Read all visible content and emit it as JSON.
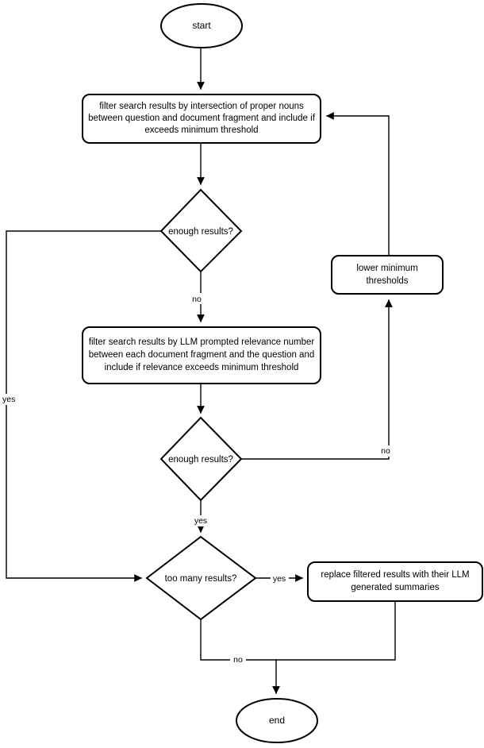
{
  "diagram": {
    "type": "flowchart",
    "title": "search result filtering flowchart",
    "orientation": "top-to-bottom",
    "background_color": "#ffffff",
    "stroke_color": "#000000",
    "text_color": "#000000",
    "nodes": {
      "start": {
        "shape": "ellipse",
        "label": "start"
      },
      "filter_proper_nouns": {
        "shape": "rounded-rectangle",
        "label_line1": "filter search results by intersection of proper nouns",
        "label_line2": "between question and document fragment and include if",
        "label_line3": "exceeds minimum threshold",
        "label": "filter search results by intersection of proper nouns between question and document fragment and include if exceeds minimum threshold"
      },
      "enough_results_1": {
        "shape": "diamond",
        "label": "enough results?"
      },
      "lower_thresholds": {
        "shape": "rounded-rectangle",
        "label_line1": "lower minimum",
        "label_line2": "thresholds",
        "label": "lower minimum thresholds"
      },
      "filter_llm_relevance": {
        "shape": "rounded-rectangle",
        "label_line1": "filter search results by LLM prompted relevance number",
        "label_line2": "between each document fragment and the question and",
        "label_line3": "include if relevance exceeds minimum threshold",
        "label": "filter search results by LLM prompted relevance number between each document fragment and the question and include if relevance exceeds minimum threshold"
      },
      "enough_results_2": {
        "shape": "diamond",
        "label": "enough results?"
      },
      "too_many_results": {
        "shape": "diamond",
        "label": "too many results?"
      },
      "replace_with_summaries": {
        "shape": "rounded-rectangle",
        "label_line1": "replace filtered results with their LLM",
        "label_line2": "generated summaries",
        "label": "replace filtered results with their LLM generated summaries"
      },
      "end": {
        "shape": "ellipse",
        "label": "end"
      }
    },
    "edge_labels": {
      "enough_1_no": "no",
      "enough_1_yes": "yes",
      "enough_2_no": "no",
      "enough_2_yes": "yes",
      "too_many_yes": "yes",
      "too_many_no": "no"
    },
    "edges": [
      {
        "from": "start",
        "to": "filter_proper_nouns",
        "label": ""
      },
      {
        "from": "filter_proper_nouns",
        "to": "enough_results_1",
        "label": ""
      },
      {
        "from": "enough_results_1",
        "to": "filter_llm_relevance",
        "label": "no"
      },
      {
        "from": "enough_results_1",
        "to": "too_many_results",
        "label": "yes"
      },
      {
        "from": "filter_llm_relevance",
        "to": "enough_results_2",
        "label": ""
      },
      {
        "from": "enough_results_2",
        "to": "lower_thresholds",
        "label": "no"
      },
      {
        "from": "enough_results_2",
        "to": "too_many_results",
        "label": "yes"
      },
      {
        "from": "lower_thresholds",
        "to": "filter_proper_nouns",
        "label": ""
      },
      {
        "from": "too_many_results",
        "to": "replace_with_summaries",
        "label": "yes"
      },
      {
        "from": "too_many_results",
        "to": "end",
        "label": "no"
      },
      {
        "from": "replace_with_summaries",
        "to": "end",
        "label": ""
      }
    ]
  }
}
